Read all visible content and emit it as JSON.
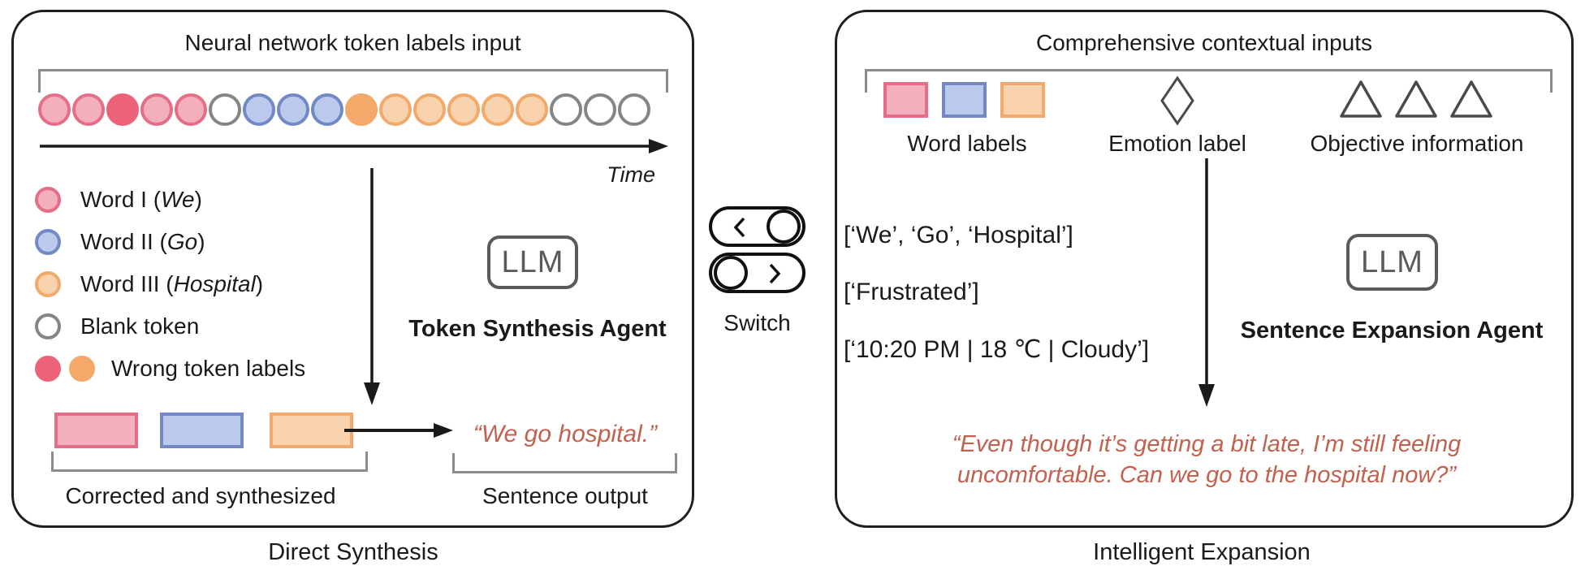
{
  "colors": {
    "ink": "#1a1a1a",
    "pink-fill": "#F4AFBE",
    "pink-border": "#E56E87",
    "red-solid": "#EC6379",
    "blue-fill": "#BBC9EC",
    "blue-border": "#7289C5",
    "orange-fill": "#F9D3AD",
    "orange-border": "#F1A96C",
    "orange-solid": "#F4A96B",
    "blank-border": "#858585",
    "bracket": "#8C8C8C",
    "outline": "#4A4A4A",
    "llm": "#5A5A5A",
    "accent-red": "#C2614E"
  },
  "left_panel": {
    "title": "Neural network token labels input",
    "tokens": [
      "pink",
      "pink",
      "red-solid",
      "pink",
      "pink",
      "blank",
      "blue",
      "blue",
      "blue",
      "orange-solid",
      "orange",
      "orange",
      "orange",
      "orange",
      "orange",
      "blank",
      "blank",
      "blank"
    ],
    "time_label": "Time",
    "legend": [
      {
        "swatches": [
          "pink"
        ],
        "prefix": "Word I (",
        "italic": "We",
        "suffix": ")"
      },
      {
        "swatches": [
          "blue"
        ],
        "prefix": "Word II (",
        "italic": "Go",
        "suffix": ")"
      },
      {
        "swatches": [
          "orange"
        ],
        "prefix": "Word III (",
        "italic": "Hospital",
        "suffix": ")"
      },
      {
        "swatches": [
          "blank"
        ],
        "prefix": "Blank token",
        "italic": "",
        "suffix": ""
      },
      {
        "swatches": [
          "red-solid",
          "orange-solid"
        ],
        "prefix": "Wrong token labels",
        "italic": "",
        "suffix": ""
      }
    ],
    "llm_label": "LLM",
    "agent_label": "Token Synthesis Agent",
    "synthesized_caption": "Corrected and synthesized",
    "output_sentence": "“We go hospital.”",
    "output_caption": "Sentence output",
    "caption": "Direct Synthesis"
  },
  "switch": {
    "label": "Switch"
  },
  "right_panel": {
    "title": "Comprehensive contextual inputs",
    "group_labels": [
      "Word labels",
      "Emotion label",
      "Objective information"
    ],
    "lists": [
      "[‘We’, ‘Go’, ‘Hospital’]",
      "[‘Frustrated’]",
      "[‘10:20 PM | 18 ℃ | Cloudy’]"
    ],
    "llm_label": "LLM",
    "agent_label": "Sentence Expansion Agent",
    "output_line1": "“Even though it’s getting a bit late, I’m still feeling",
    "output_line2": "uncomfortable. Can we go to the hospital now?”",
    "caption": "Intelligent Expansion"
  }
}
